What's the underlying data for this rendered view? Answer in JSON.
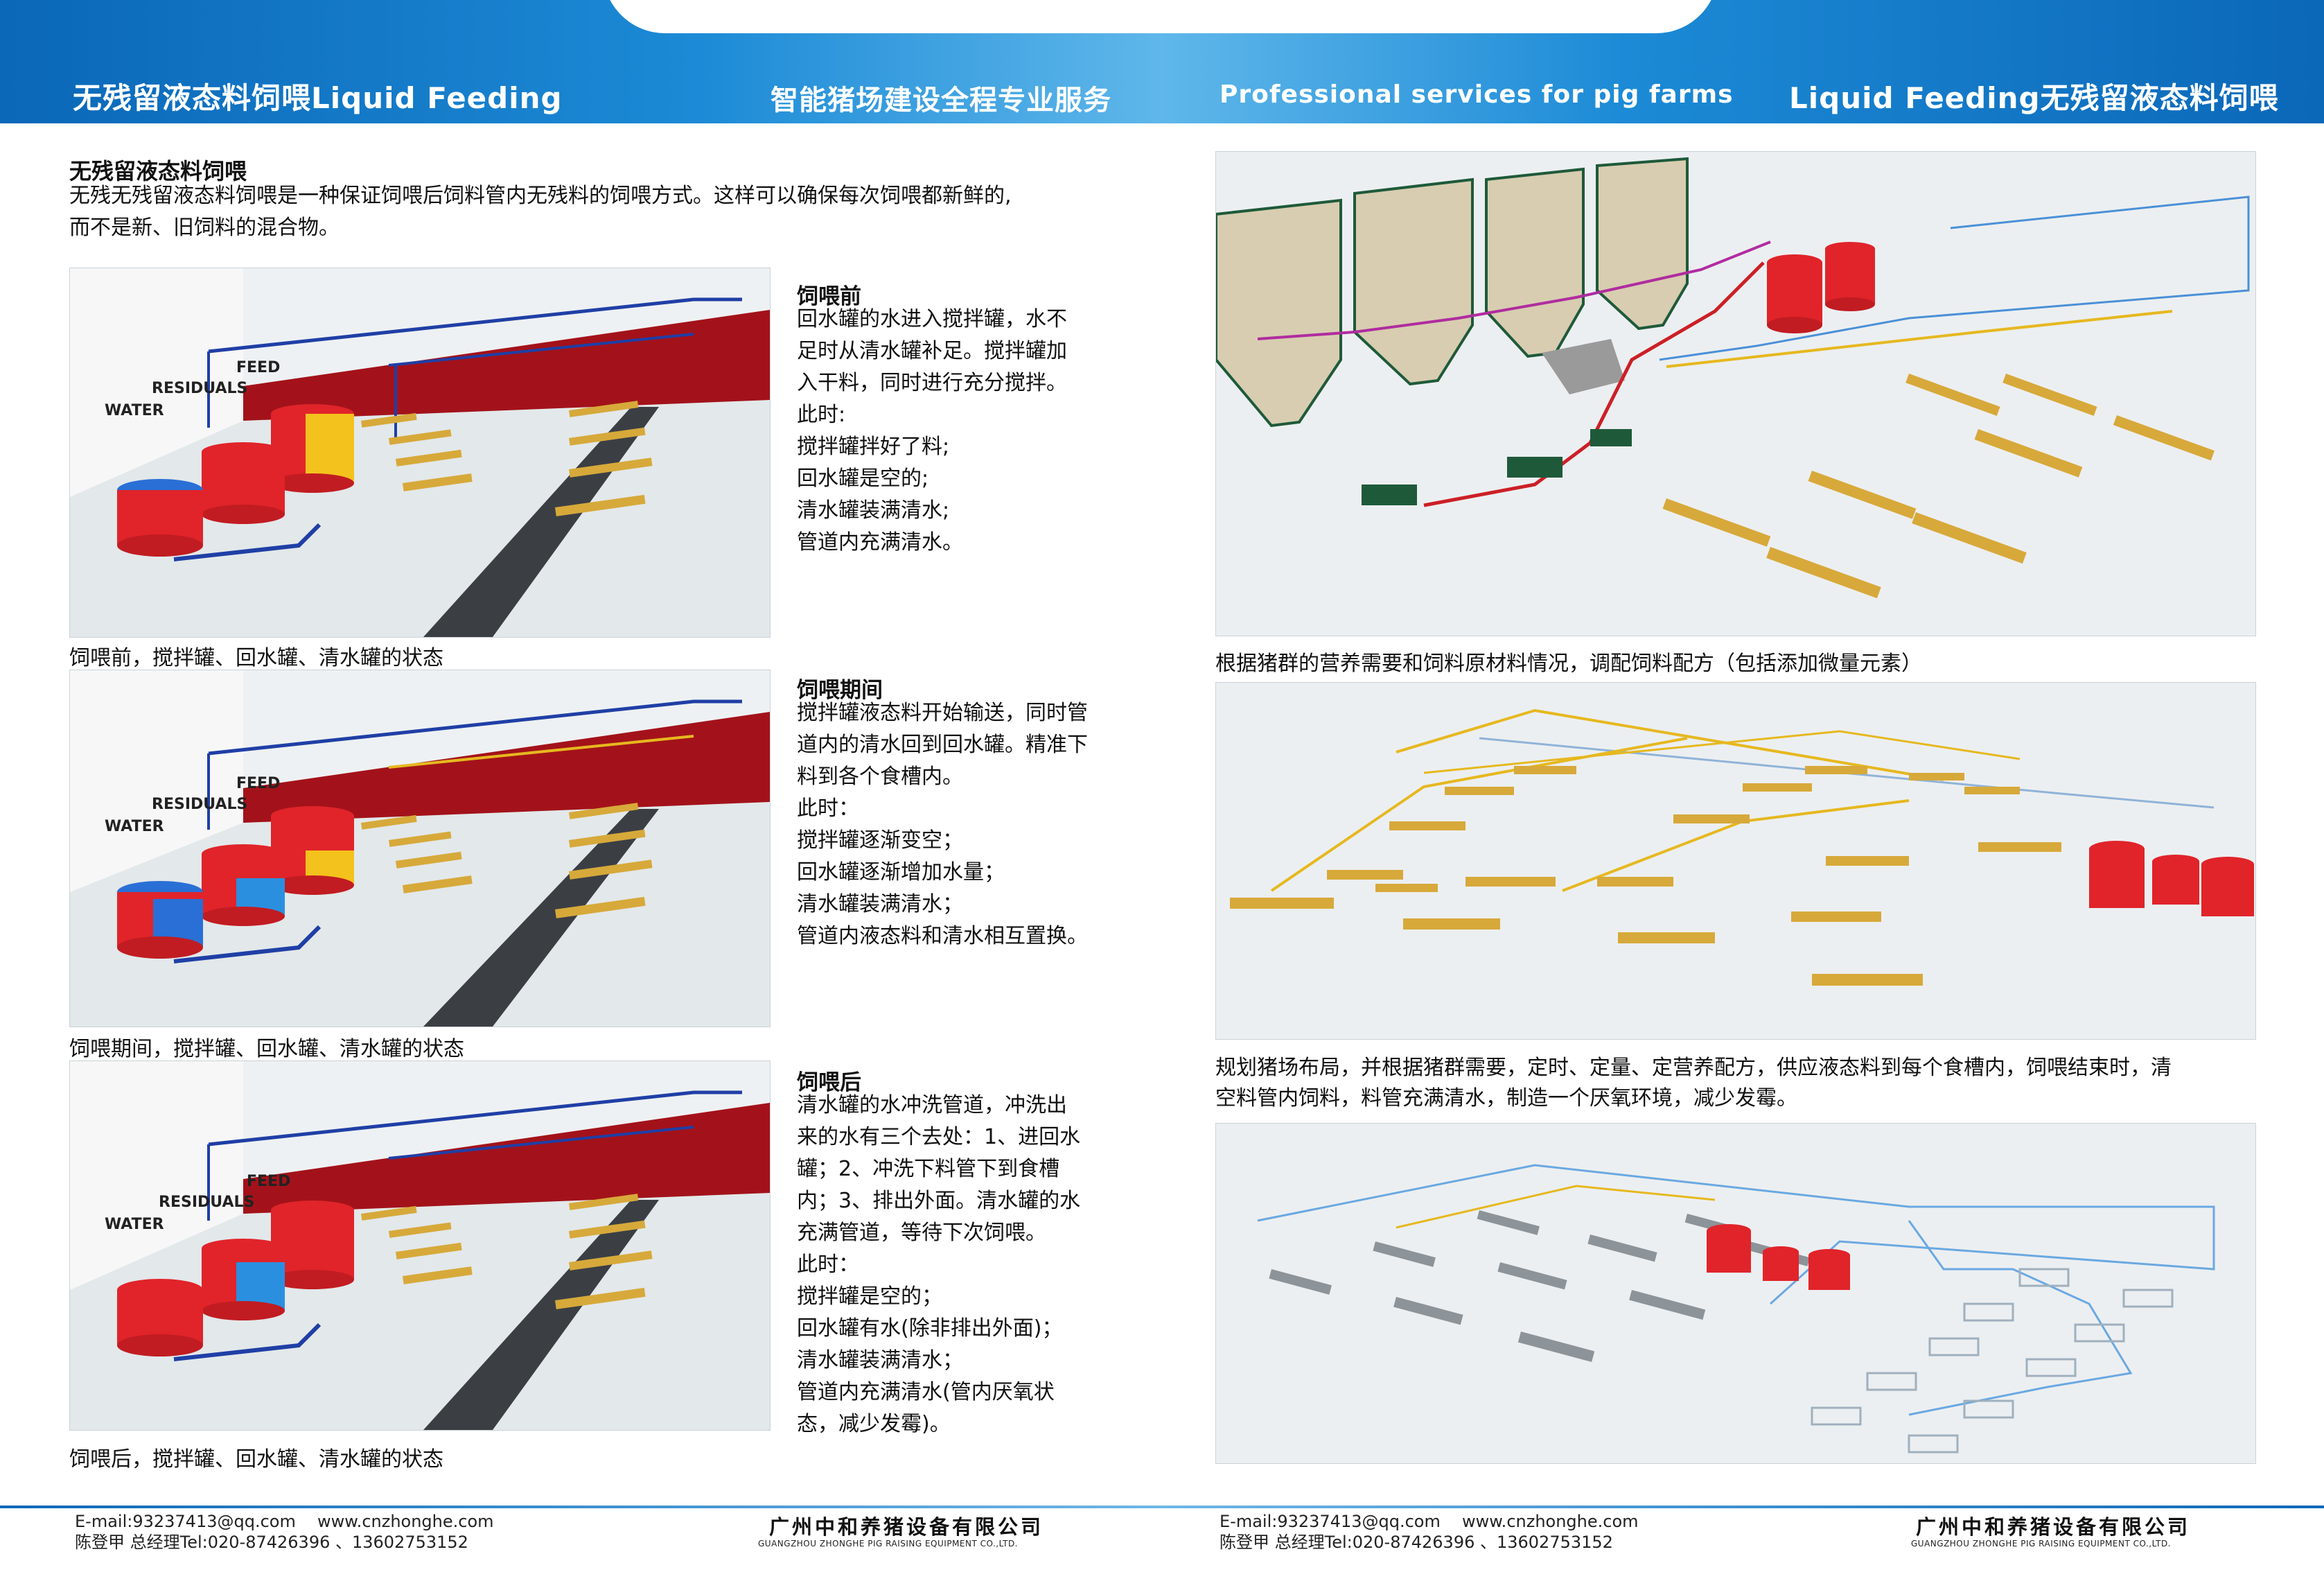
{
  "banner": {
    "left_title": "无残留液态料饲喂Liquid Feeding",
    "center_cn": "智能猪场建设全程专业服务",
    "center_en": "Professional services for pig farms",
    "right_title": "Liquid Feeding无残留液态料饲喂"
  },
  "intro": {
    "title": "无残留液态料饲喂",
    "line1": "无残无残留液态料饲喂是一种保证饲喂后饲料管内无残料的饲喂方式。这样可以确保每次饲喂都新鲜的,",
    "line2": "而不是新、旧饲料的混合物。"
  },
  "tank_labels": {
    "feed": "FEED",
    "residuals": "RESIDUALS",
    "water": "WATER"
  },
  "steps": [
    {
      "title": "饲喂前",
      "lines": [
        "回水罐的水进入搅拌罐，水不",
        "足时从清水罐补足。搅拌罐加",
        "入干料，同时进行充分搅拌。",
        "此时:",
        "搅拌罐拌好了料;",
        "回水罐是空的;",
        "清水罐装满清水;",
        "管道内充满清水。"
      ],
      "caption": "饲喂前，搅拌罐、回水罐、清水罐的状态"
    },
    {
      "title": "饲喂期间",
      "lines": [
        "搅拌罐液态料开始输送，同时管",
        "道内的清水回到回水罐。精准下",
        "料到各个食槽内。",
        "此时：",
        "搅拌罐逐渐变空；",
        "回水罐逐渐增加水量；",
        "清水罐装满清水；",
        "管道内液态料和清水相互置换。"
      ],
      "caption": "饲喂期间，搅拌罐、回水罐、清水罐的状态"
    },
    {
      "title": "饲喂后",
      "lines": [
        "清水罐的水冲洗管道，冲洗出",
        "来的水有三个去处：1、进回水",
        "罐；2、冲洗下料管下到食槽",
        "内；3、排出外面。清水罐的水",
        "充满管道，等待下次饲喂。",
        "此时：",
        "搅拌罐是空的；",
        "回水罐有水(除非排出外面)；",
        "清水罐装满清水；",
        "管道内充满清水(管内厌氧状",
        "态，减少发霉)。"
      ],
      "caption": "饲喂后，搅拌罐、回水罐、清水罐的状态"
    }
  ],
  "right_captions": {
    "cap1": "根据猪群的营养需要和饲料原材料情况，调配饲料配方（包括添加微量元素）",
    "cap2_line1": "规划猪场布局，并根据猪群需要，定时、定量、定营养配方，供应液态料到每个食槽内，饲喂结束时，清",
    "cap2_line2": "空料管内饲料，料管充满清水，制造一个厌氧环境，减少发霉。"
  },
  "footer": {
    "email": "E-mail:93237413@qq.com",
    "web": "www.cnzhonghe.com",
    "contact": "陈登甲 总经理Tel:020-87426396 、13602753152",
    "company_cn": "广州中和养猪设备有限公司",
    "company_en": "GUANGZHOU ZHONGHE PIG RAISING EQUIPMENT CO.,LTD."
  },
  "colors": {
    "banner_blue": "#0b67b8",
    "tank_red": "#e0242a",
    "feed_blue": "#2a6fd6",
    "water_blue": "#2b8fe0",
    "feed_yellow": "#f4c21c",
    "trough_gold": "#d7a93a",
    "pipe_blue": "#1f3fa6",
    "pipe_yellow": "#e6b820",
    "silo_beige": "#d8cdb0",
    "wall_red": "#a3121a"
  }
}
